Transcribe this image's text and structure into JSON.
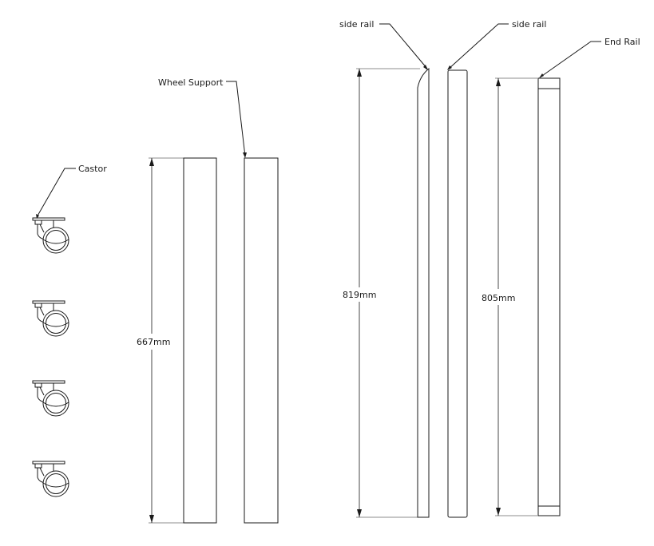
{
  "labels": {
    "castor": "Castor",
    "wheel_support": "Wheel Support",
    "side_rail_left": "side rail",
    "side_rail_right": "side rail",
    "end_rail": "End Rail"
  },
  "dimensions": {
    "wheel_support_length": "667mm",
    "side_rail_length": "819mm",
    "end_rail_length": "805mm"
  }
}
